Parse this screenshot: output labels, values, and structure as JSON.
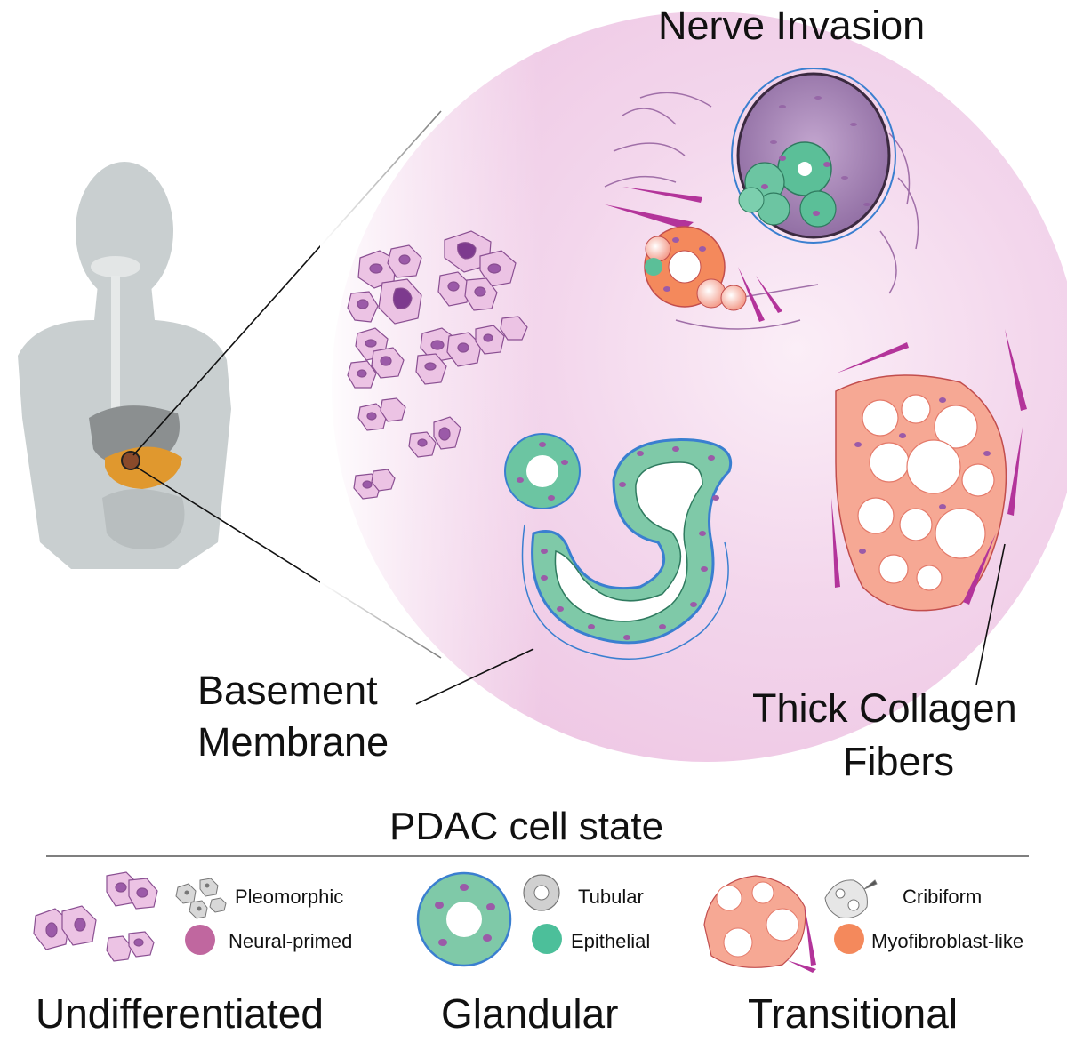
{
  "labels": {
    "nerve_invasion": "Nerve Invasion",
    "basement_line1": "Basement",
    "basement_line2": "Membrane",
    "collagen_line1": "Thick Collagen",
    "collagen_line2": "Fibers"
  },
  "legend": {
    "title": "PDAC cell state",
    "categories": [
      {
        "name": "Undifferentiated",
        "morphology": "Pleomorphic",
        "state": "Neural-primed",
        "state_color": "#c0679f"
      },
      {
        "name": "Glandular",
        "morphology": "Tubular",
        "state": "Epithelial",
        "state_color": "#4cbf9a"
      },
      {
        "name": "Transitional",
        "morphology": "Cribiform",
        "state": "Myofibroblast-like",
        "state_color": "#f4895c"
      }
    ]
  },
  "colors": {
    "tissue_bg": "#f3d6ec",
    "undifferentiated_cell": "#e7b4da",
    "nucleus": "#9b5aa8",
    "glandular_cell": "#7fc9a8",
    "transitional_cell": "#f59a86",
    "collagen": "#b3349a",
    "membrane": "#3a7fd0",
    "nerve": "#a380b5"
  }
}
